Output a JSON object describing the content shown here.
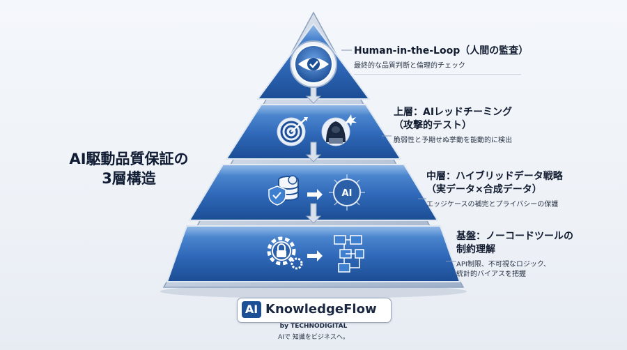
{
  "title": {
    "line1": "AI駆動品質保証の",
    "line2": "3層構造"
  },
  "layers": [
    {
      "heading1": "Human-in-the-Loop（人間の監査）",
      "heading2": "",
      "desc1": "最終的な品質判断と倫理的チェック",
      "desc2": ""
    },
    {
      "heading1": "上層：AIレッドチーミング",
      "heading2": "（攻撃的テスト）",
      "desc1": "脆弱性と予期せぬ挙動を能動的に検出",
      "desc2": ""
    },
    {
      "heading1": "中層：ハイブリッドデータ戦略",
      "heading2": "（実データ×合成データ）",
      "desc1": "エッジケースの補完とプライバシーの保護",
      "desc2": ""
    },
    {
      "heading1": "基盤：ノーコードツールの",
      "heading2": "制約理解",
      "desc1": "API制限、不可視なロジック、",
      "desc2": "統計的バイアスを把握"
    }
  ],
  "icons": {
    "top": "eye-check-icon",
    "upper": [
      "target-icon",
      "hacker-icon"
    ],
    "middle": [
      "database-shield-icon",
      "arrow-right-icon",
      "ai-brain-icon"
    ],
    "base": [
      "gear-lock-icon",
      "arrow-right-icon",
      "flowchart-icon"
    ]
  },
  "icon_text": {
    "ai": "AI"
  },
  "brand": {
    "badge": "AI",
    "name": "KnowledgeFlow",
    "by": "by TECHNODIGITAL",
    "tagline": "AIで 知識をビジネスへ。"
  },
  "colors": {
    "blue_dark": "#1d4f97",
    "blue_light": "#3f7fd0",
    "frame": "#a7b8cf",
    "text": "#121c30"
  }
}
